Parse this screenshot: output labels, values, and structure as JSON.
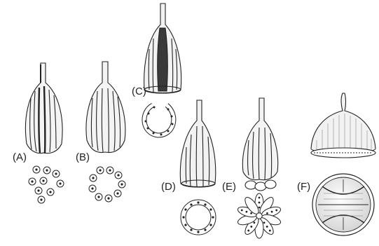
{
  "panels": [
    {
      "key": "A",
      "label": "(A)"
    },
    {
      "key": "B",
      "label": "(B)"
    },
    {
      "key": "C",
      "label": "(C)"
    },
    {
      "key": "D",
      "label": "(D)"
    },
    {
      "key": "E",
      "label": "(E)"
    },
    {
      "key": "F",
      "label": "(F)"
    }
  ],
  "colors": {
    "ink": "#222222",
    "paper": "#ffffff",
    "shade": "#e6e6e6"
  }
}
